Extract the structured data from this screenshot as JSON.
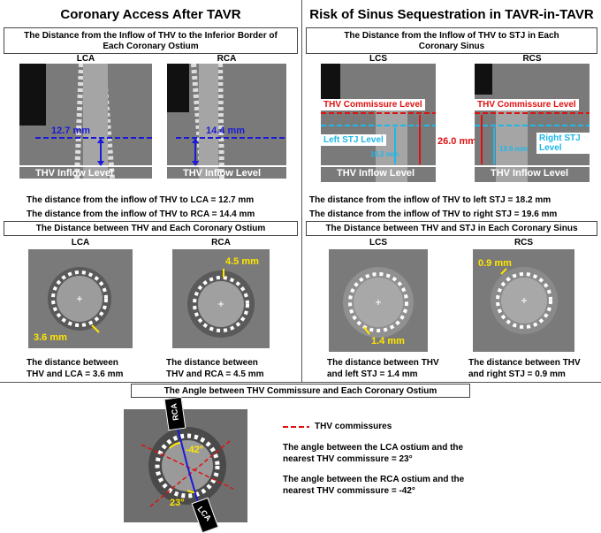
{
  "left": {
    "title": "Coronary Access After TAVR",
    "box1": "The Distance from the Inflow of THV to the Inferior Border of Each Coronary Ostium",
    "lca_label": "LCA",
    "rca_label": "RCA",
    "lca_mm": "12.7 mm",
    "rca_mm": "14.4 mm",
    "inflow": "THV Inflow Level",
    "cap1": "The distance from the inflow of THV to LCA = 12.7 mm",
    "cap2": "The distance from the inflow of THV to RCA = 14.4 mm",
    "box2": "The Distance between THV and Each Coronary Ostium",
    "lca2_mm": "3.6 mm",
    "rca2_mm": "4.5 mm",
    "cap3": "The distance between THV and LCA = 3.6 mm",
    "cap4": "The distance between THV and RCA = 4.5 mm"
  },
  "right": {
    "title": "Risk of Sinus Sequestration in TAVR-in-TAVR",
    "box1": "The Distance from the Inflow of THV to STJ in Each Coronary Sinus",
    "lcs_label": "LCS",
    "rcs_label": "RCS",
    "commissure": "THV Commissure Level",
    "left_stj": "Left STJ Level",
    "right_stj": "Right STJ Level",
    "total_mm": "26.0 mm",
    "lcs_mm": "18.2 mm",
    "rcs_mm": "19.6 mm",
    "inflow": "THV Inflow Level",
    "cap1": "The distance from the inflow of THV to left STJ = 18.2 mm",
    "cap2": "The distance from the inflow of THV to right STJ = 19.6 mm",
    "box2": "The Distance between THV and STJ in Each Coronary Sinus",
    "lcs2_mm": "1.4 mm",
    "rcs2_mm": "0.9 mm",
    "cap3": "The distance between THV and left STJ = 1.4 mm",
    "cap4": "The distance between THV and right STJ = 0.9 mm"
  },
  "bottom": {
    "box": "The Angle between THV Commissure and Each Coronary Ostium",
    "rca": "RCA",
    "lca": "LCA",
    "angle_rca": "-42°",
    "angle_lca": "23°",
    "legend": "THV commissures",
    "text1": "The angle between the LCA ostium and the nearest THV commissure = 23°",
    "text2": "The angle between the RCA ostium and the nearest THV commissure = -42°"
  },
  "colors": {
    "yellow": "#ffe600",
    "blue": "#1a1ad8",
    "cyan": "#1eb8e8",
    "red": "#e01010"
  }
}
